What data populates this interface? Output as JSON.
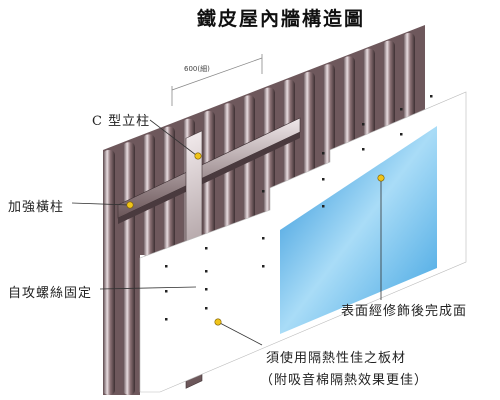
{
  "title": "鐵皮屋內牆構造圖",
  "stud_spacing": "600(細)",
  "labels": {
    "c_stud": "C 型立柱",
    "reinforce_beam": "加強橫柱",
    "self_tapping_screw": "自攻螺絲固定",
    "finish_surface": "表面經修飾後完成面",
    "insulation_board_1": "須使用隔熱性佳之板材",
    "insulation_board_2": "（附吸音棉隔熱效果更佳）"
  },
  "colors": {
    "corrugated_panel": "#8a6f73",
    "panel_dark": "#4a3a3e",
    "board": "#ffffff",
    "glass": "#5ab4e6",
    "marker": "#f0c419",
    "screw": "#222222"
  }
}
